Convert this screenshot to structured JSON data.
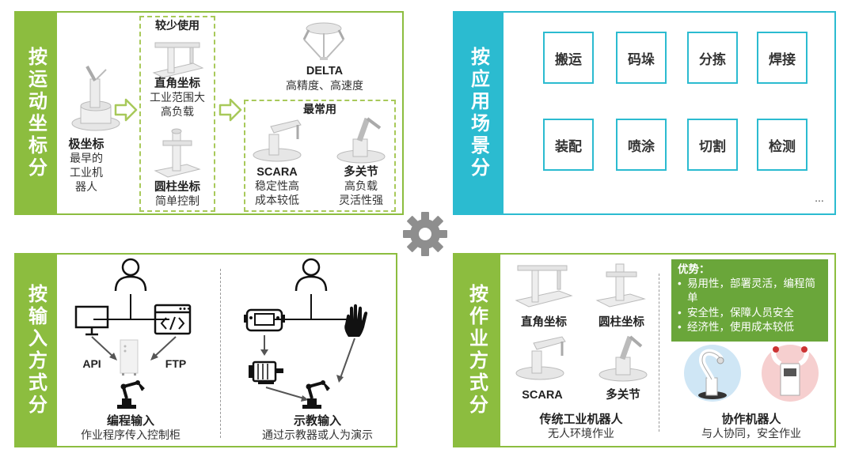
{
  "colors": {
    "green": "#8cbd3f",
    "cyan": "#2bbbd0",
    "green_dark": "#6aa63a",
    "gear": "#8e8e8e"
  },
  "motion": {
    "bar_label": "按运动坐标分",
    "rare_label": "较少使用",
    "polar": {
      "title": "极坐标",
      "desc1": "最早的",
      "desc2": "工业机",
      "desc3": "器人"
    },
    "cartesian": {
      "title": "直角坐标",
      "desc1": "工业范围大",
      "desc2": "高负载"
    },
    "cylindrical": {
      "title": "圆柱坐标",
      "desc1": "简单控制"
    },
    "delta": {
      "title": "DELTA",
      "desc1": "高精度、高速度"
    },
    "common_label": "最常用",
    "scara": {
      "title": "SCARA",
      "desc1": "稳定性高",
      "desc2": "成本较低"
    },
    "articulated": {
      "title": "多关节",
      "desc1": "高负载",
      "desc2": "灵活性强"
    }
  },
  "application": {
    "bar_label": "按应用场景分",
    "items": [
      "搬运",
      "码垛",
      "分拣",
      "焊接",
      "装配",
      "喷涂",
      "切割",
      "检测"
    ],
    "more": "..."
  },
  "input": {
    "bar_label": "按输入方式分",
    "api": "API",
    "ftp": "FTP",
    "programming": {
      "title": "编程输入",
      "desc": "作业程序传入控制柜"
    },
    "teaching": {
      "title": "示教输入",
      "desc": "通过示教器或人为演示"
    }
  },
  "operation": {
    "bar_label": "按作业方式分",
    "cartesian": "直角坐标",
    "cylindrical": "圆柱坐标",
    "scara": "SCARA",
    "articulated": "多关节",
    "traditional": {
      "title": "传统工业机器人",
      "desc": "无人环境作业"
    },
    "advantages_title": "优势：",
    "advantages": [
      "易用性，部署灵活，编程简单",
      "安全性，保障人员安全",
      "经济性，使用成本较低"
    ],
    "cobot": {
      "title": "协作机器人",
      "desc": "与人协同，安全作业"
    }
  }
}
